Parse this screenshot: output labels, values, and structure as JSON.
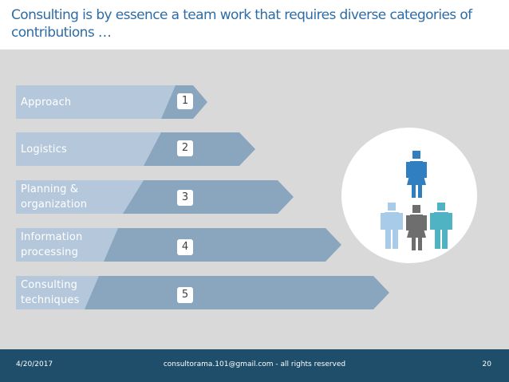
{
  "slide": {
    "title": "Consulting is by essence a team work that requires diverse categories of contributions …"
  },
  "rows": [
    {
      "label": "Approach",
      "number": "1"
    },
    {
      "label": "Logistics",
      "number": "2"
    },
    {
      "label": "Planning  &\norganization",
      "number": "3"
    },
    {
      "label": "Information\nprocessing",
      "number": "4"
    },
    {
      "label": "Consulting\ntechniques",
      "number": "5"
    }
  ],
  "figures": {
    "icon": "team-people-icon",
    "colors": {
      "leader": "#2F7FC1",
      "left": "#A9CBEA",
      "middle": "#6E6E6E",
      "right": "#4FB3C4"
    }
  },
  "footer": {
    "date": "4/20/2017",
    "email": "consultorama.101@gmail.com - all rights reserved",
    "page": "20"
  },
  "colors": {
    "title": "#2E6CA6",
    "background": "#D9D9D9",
    "light_bar": "#B5C8DB",
    "dark_bar": "#8AA6BF",
    "footer": "#1F4E6A"
  }
}
